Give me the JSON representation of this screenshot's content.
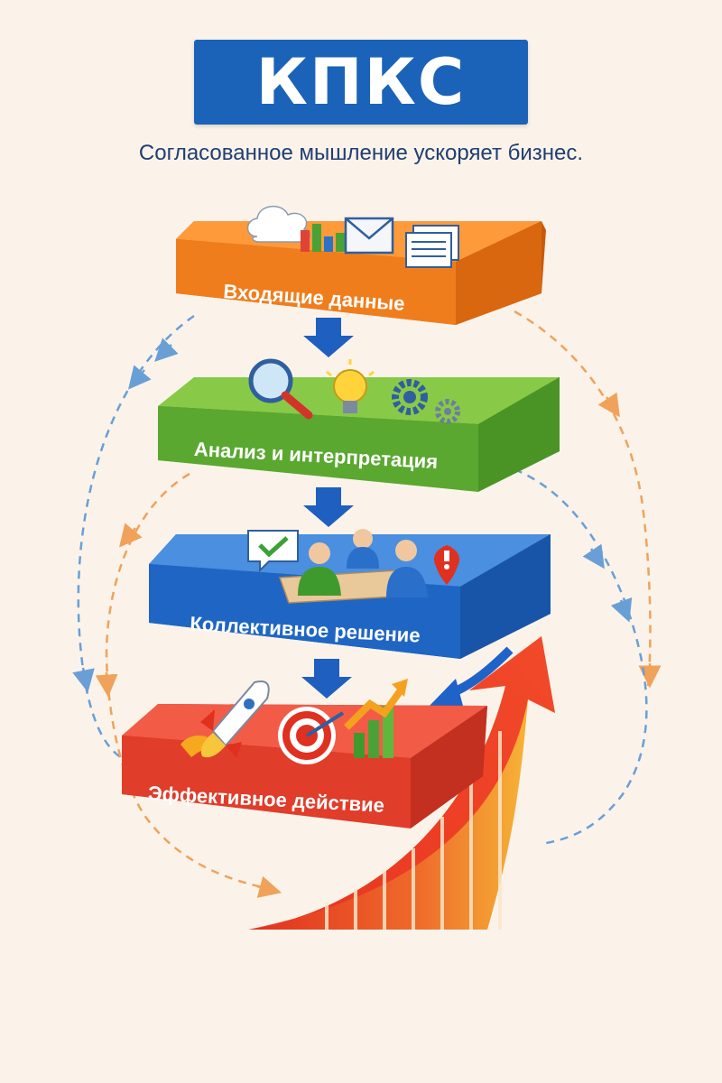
{
  "brand": {
    "logo_text": "КПКС"
  },
  "tagline": "Согласованное мышление ускоряет бизнес.",
  "stages": [
    {
      "label": "Входящие данные",
      "color": "#f07d1c",
      "icons": [
        "cloud-icon",
        "bar-chart-icon",
        "envelope-icon",
        "documents-icon"
      ]
    },
    {
      "label": "Анализ и интерпретация",
      "color": "#5aa830",
      "icons": [
        "magnifier-icon",
        "lightbulb-icon",
        "gears-icon"
      ]
    },
    {
      "label": "Коллективное решение",
      "color": "#1f66c4",
      "icons": [
        "checkmark-bubble-icon",
        "team-meeting-icon",
        "alert-marker-icon"
      ]
    },
    {
      "label": "Эффективное действие",
      "color": "#e03d2a",
      "icons": [
        "rocket-icon",
        "target-icon",
        "growth-chart-icon"
      ]
    }
  ],
  "colors": {
    "feedback_blue": "#6a9fd6",
    "feedback_orange": "#f0a25a",
    "growth_red": "#e0301f",
    "growth_yellow": "#f8c63a"
  }
}
